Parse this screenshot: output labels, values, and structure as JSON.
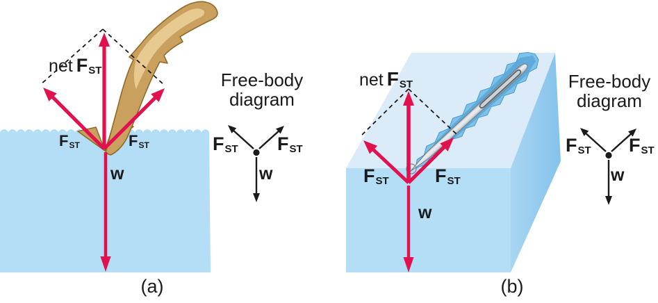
{
  "colors": {
    "arrow_red": "#E2114D",
    "ink": "#1A1A1A",
    "water_front": "#B3DEF6",
    "water_top": "#DCEBF8",
    "water_side_light": "#A8D6F2",
    "water_side_dark": "#85C2EB",
    "twig_fill": "#C9A05E",
    "twig_outline": "#8F6B2A",
    "twig_highlight": "#E6CA90",
    "needle_outline": "#6F7C86",
    "meniscus_light": "#7FC2E7",
    "meniscus_dark": "#4298D2"
  },
  "panel_a": {
    "caption": "(a)",
    "net_force_label": {
      "prefix": "net",
      "symbol": "F",
      "subscript": "ST"
    },
    "left_force_label": {
      "symbol": "F",
      "subscript": "ST"
    },
    "right_force_label": {
      "symbol": "F",
      "subscript": "ST"
    },
    "weight_label": "w",
    "freebody": {
      "title_line1": "Free-body",
      "title_line2": "diagram",
      "left_force_label": {
        "symbol": "F",
        "subscript": "ST"
      },
      "right_force_label": {
        "symbol": "F",
        "subscript": "ST"
      },
      "weight_label": "w"
    }
  },
  "panel_b": {
    "caption": "(b)",
    "net_force_label": {
      "prefix": "net",
      "symbol": "F",
      "subscript": "ST"
    },
    "left_force_label": {
      "symbol": "F",
      "subscript": "ST"
    },
    "right_force_label": {
      "symbol": "F",
      "subscript": "ST"
    },
    "weight_label": "w",
    "freebody": {
      "title_line1": "Free-body",
      "title_line2": "diagram",
      "left_force_label": {
        "symbol": "F",
        "subscript": "ST"
      },
      "right_force_label": {
        "symbol": "F",
        "subscript": "ST"
      },
      "weight_label": "w"
    }
  }
}
